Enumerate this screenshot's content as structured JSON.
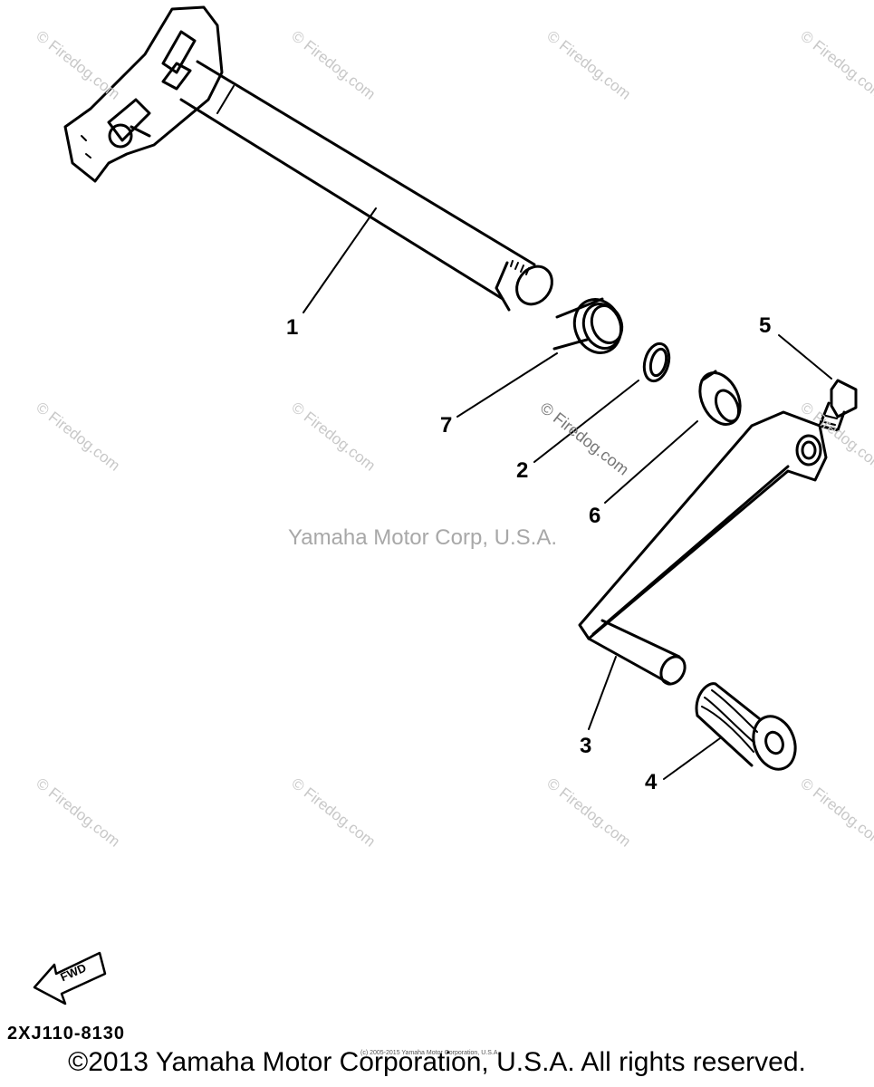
{
  "callouts": [
    {
      "id": "1",
      "text": "1"
    },
    {
      "id": "2",
      "text": "2"
    },
    {
      "id": "3",
      "text": "3"
    },
    {
      "id": "4",
      "text": "4"
    },
    {
      "id": "5",
      "text": "5"
    },
    {
      "id": "6",
      "text": "6"
    },
    {
      "id": "7",
      "text": "7"
    }
  ],
  "watermark_small": "© Firedog.com",
  "watermark_center": "Yamaha Motor Corp, U.S.A.",
  "fwd_label": "FWD",
  "part_code": "2XJ110-8130",
  "tiny_copyright": "(c) 2005-2015 Yamaha Motor Corporation, U.S.A.",
  "copyright": "©2013 Yamaha Motor Corporation, U.S.A. All rights reserved."
}
